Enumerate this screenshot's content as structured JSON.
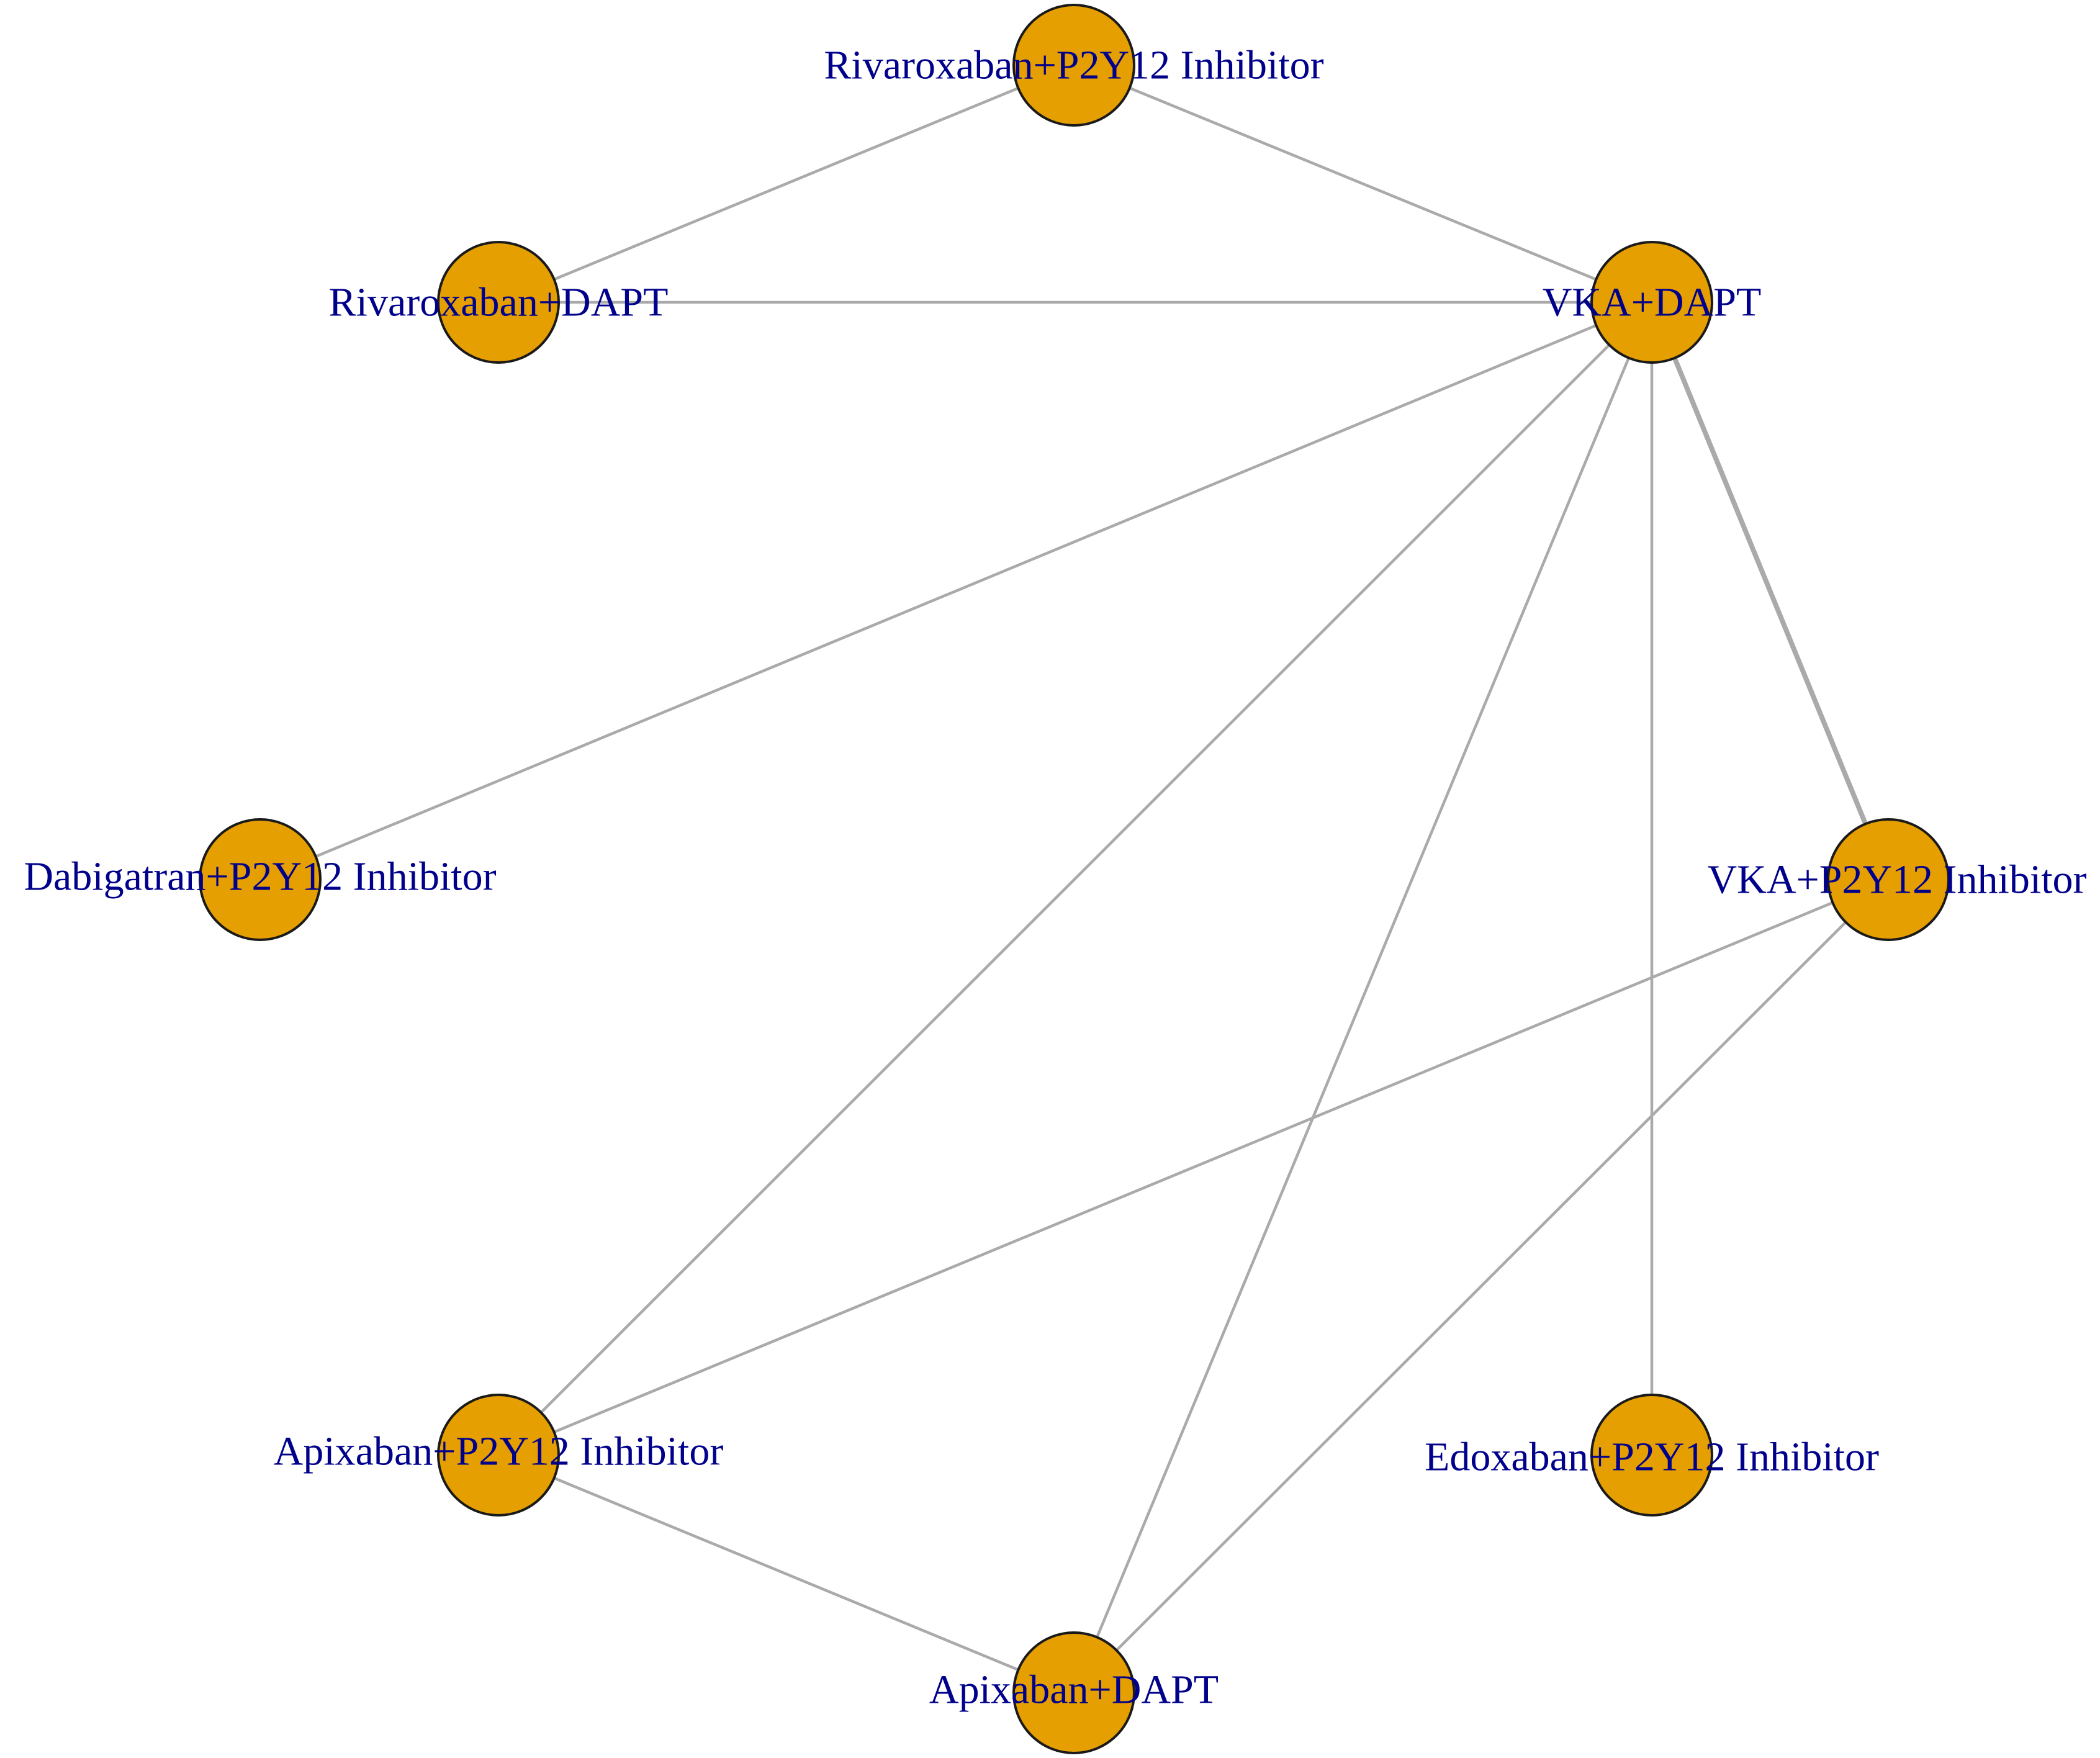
{
  "colors": {
    "node_fill": "#e69f00",
    "node_stroke": "#1a1a1a",
    "edge": "#aaaaaa",
    "label": "#00008b",
    "background": "#ffffff"
  },
  "nodes": [
    {
      "id": "riva_p2y12",
      "label": "Rivaroxaban+P2Y12 Inhibitor"
    },
    {
      "id": "riva_dapt",
      "label": "Rivaroxaban+DAPT"
    },
    {
      "id": "vka_dapt",
      "label": "VKA+DAPT"
    },
    {
      "id": "dabi_p2y12",
      "label": "Dabigatran+P2Y12 Inhibitor"
    },
    {
      "id": "vka_p2y12",
      "label": "VKA+P2Y12 Inhibitor"
    },
    {
      "id": "apix_p2y12",
      "label": "Apixaban+P2Y12 Inhibitor"
    },
    {
      "id": "edox_p2y12",
      "label": "Edoxaban+P2Y12 Inhibitor"
    },
    {
      "id": "apix_dapt",
      "label": "Apixaban+DAPT"
    }
  ],
  "edges": [
    {
      "source": "riva_p2y12",
      "target": "riva_dapt",
      "weight": 1
    },
    {
      "source": "riva_p2y12",
      "target": "vka_dapt",
      "weight": 1
    },
    {
      "source": "riva_dapt",
      "target": "vka_dapt",
      "weight": 1
    },
    {
      "source": "vka_dapt",
      "target": "dabi_p2y12",
      "weight": 1
    },
    {
      "source": "vka_dapt",
      "target": "apix_p2y12",
      "weight": 1
    },
    {
      "source": "vka_dapt",
      "target": "apix_dapt",
      "weight": 1
    },
    {
      "source": "vka_dapt",
      "target": "edox_p2y12",
      "weight": 1
    },
    {
      "source": "vka_dapt",
      "target": "vka_p2y12",
      "weight": 2
    },
    {
      "source": "vka_p2y12",
      "target": "apix_p2y12",
      "weight": 1
    },
    {
      "source": "vka_p2y12",
      "target": "apix_dapt",
      "weight": 1
    },
    {
      "source": "apix_p2y12",
      "target": "apix_dapt",
      "weight": 1
    }
  ]
}
